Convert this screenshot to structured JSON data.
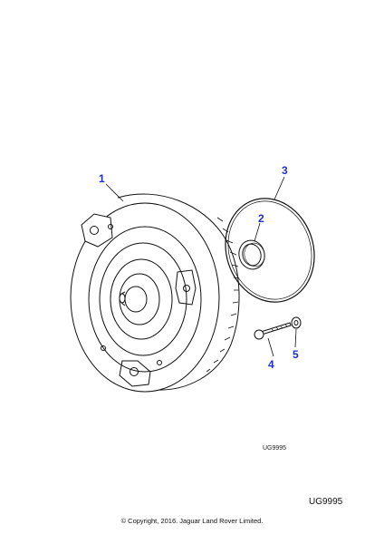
{
  "callouts": {
    "c1": "1",
    "c2": "2",
    "c3": "3",
    "c4": "4",
    "c5": "5"
  },
  "diagram_ref_small": "UG9995",
  "diagram_ref": "UG9995",
  "copyright": "© Copyright, 2016. Jaguar Land Rover Limited.",
  "colors": {
    "callout": "#1a2fd0",
    "line": "#111111"
  }
}
